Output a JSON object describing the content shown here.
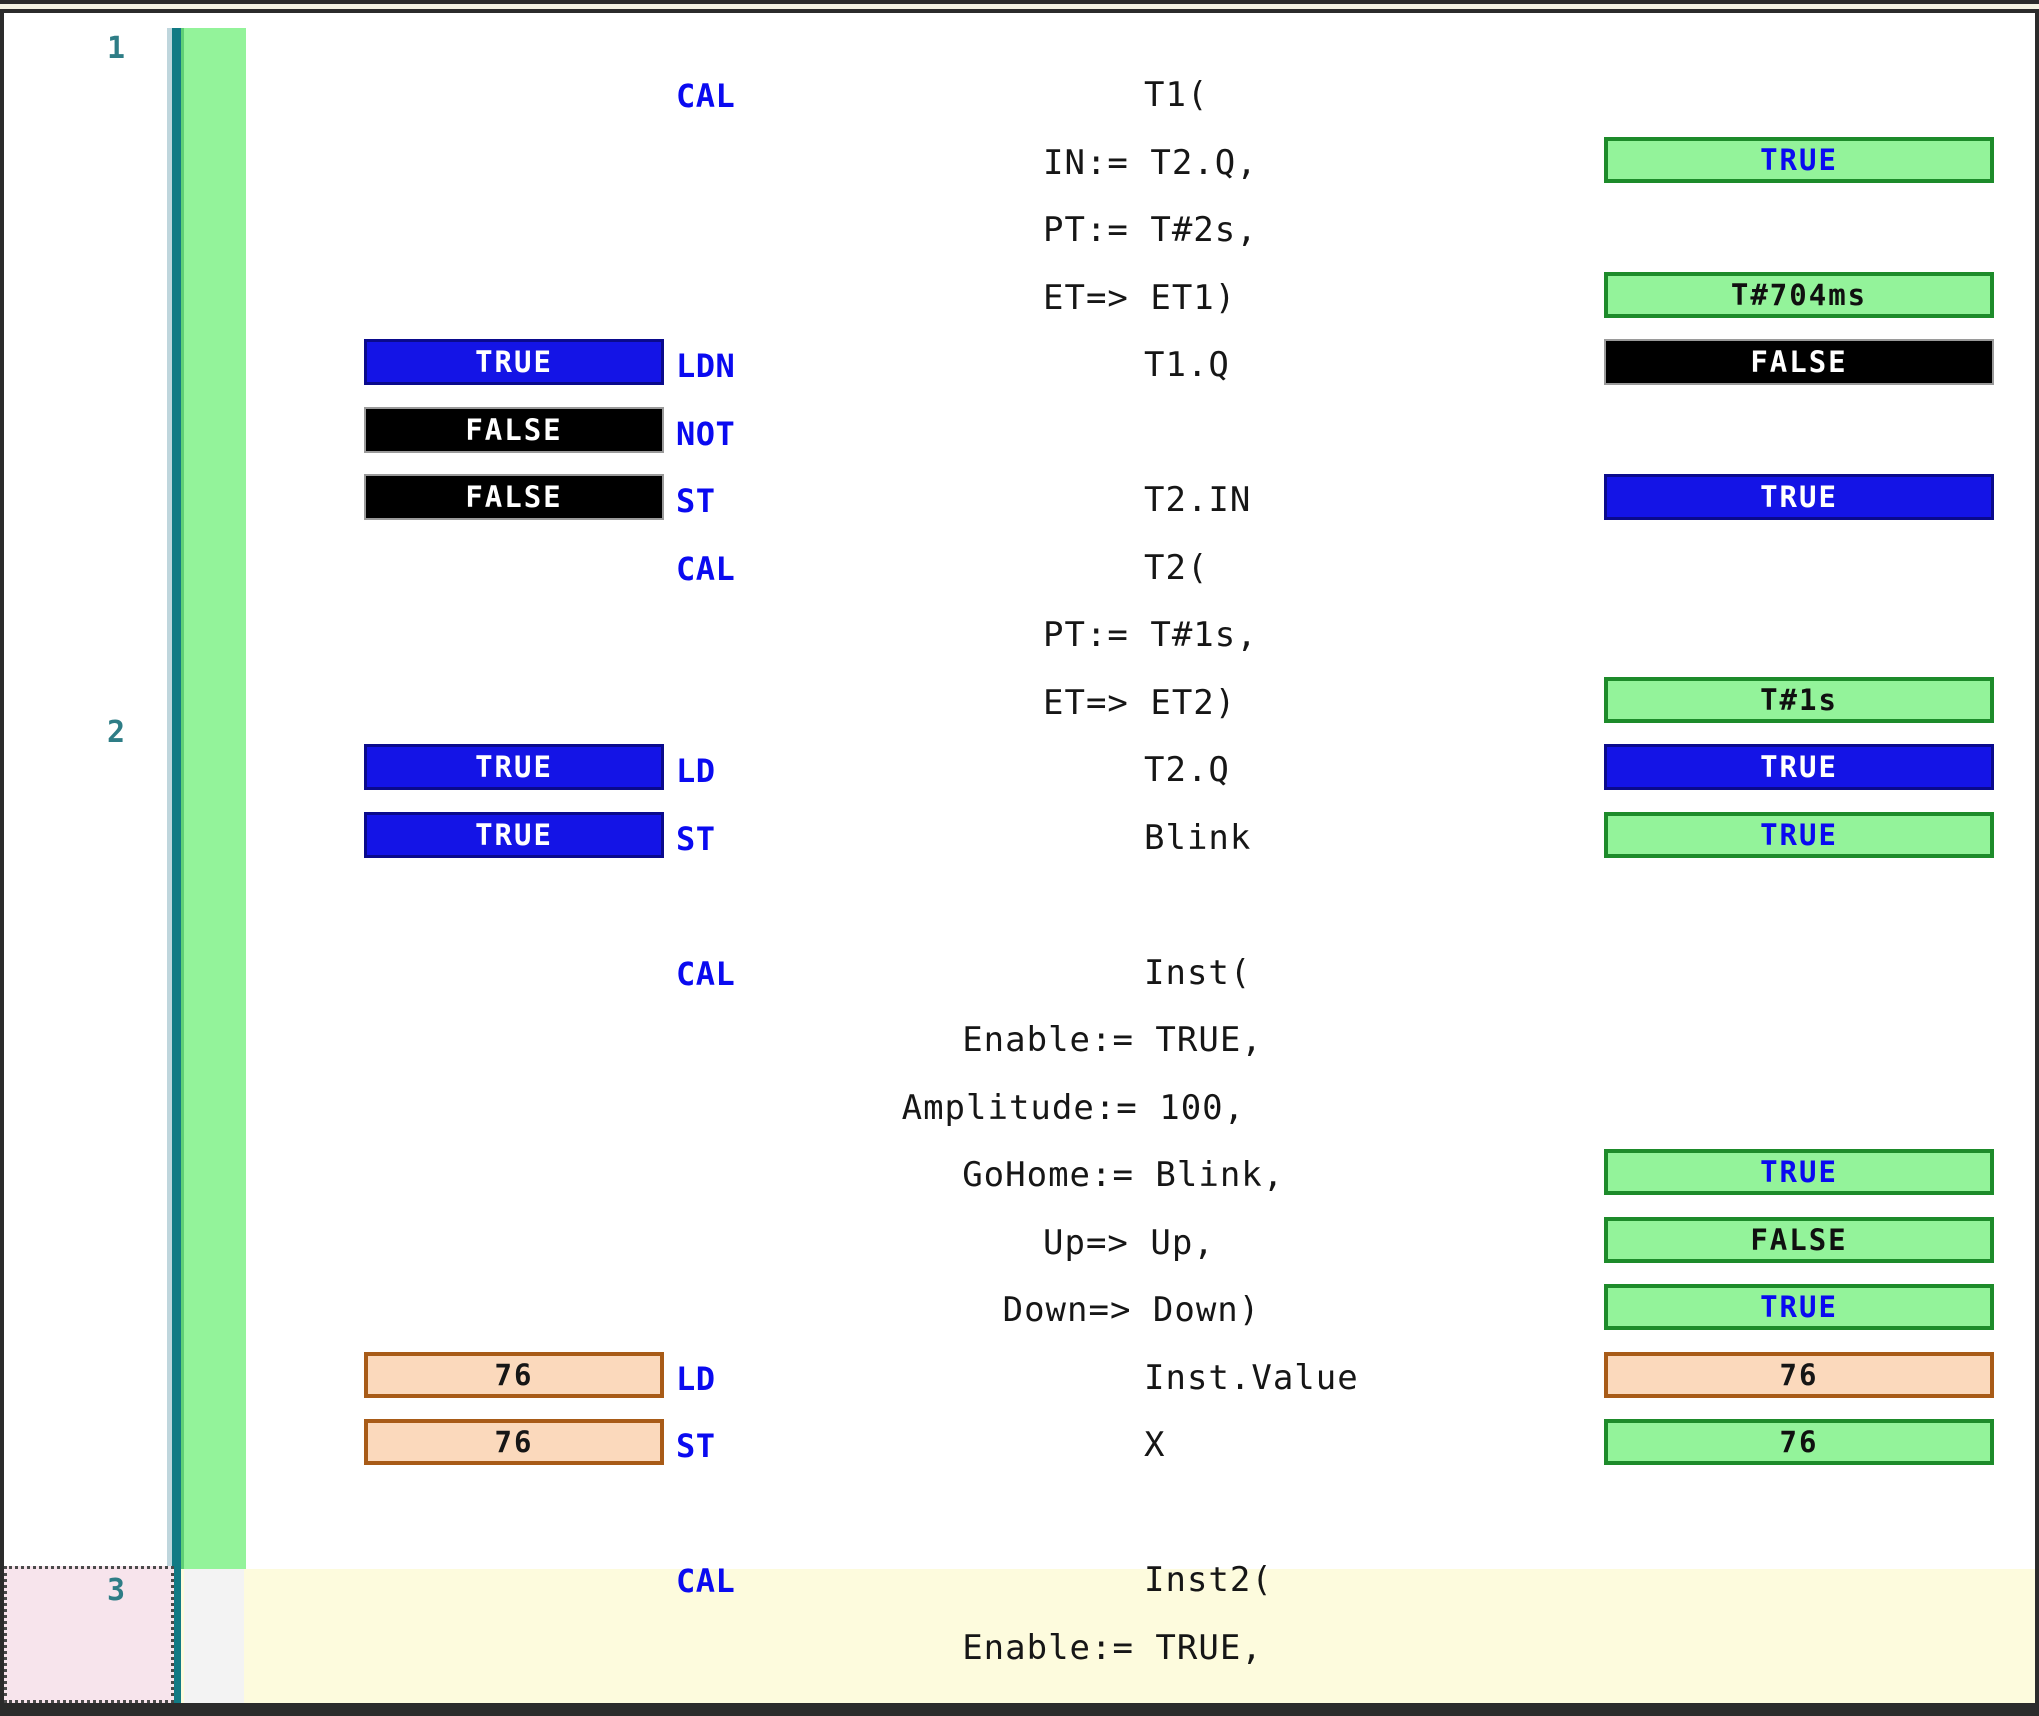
{
  "editor": {
    "language": "IL",
    "network_numbers": [
      "1",
      "2",
      "3"
    ],
    "colors": {
      "true_blue": "#1414e6",
      "false_black": "#000000",
      "green_value": "#93f39a",
      "green_border": "#1d8b2a",
      "orange_value": "#fbd9bc",
      "orange_border": "#a85b17",
      "operator_blue": "#0a0af0",
      "network_marker_teal": "#117a84",
      "active_network_green": "#93f39a",
      "selected_row_pink": "#f7e4ec",
      "highlight_row_yellow": "#fdfbdd",
      "code_text": "#161616",
      "rownum_teal": "#2e7d86"
    }
  },
  "lines": [
    {
      "id": "l1",
      "left_value": "",
      "left_style": "none",
      "operator": "CAL",
      "code": "T1(",
      "right_value": "",
      "right_style": "none"
    },
    {
      "id": "l2",
      "left_value": "",
      "left_style": "none",
      "operator": "",
      "code": "IN:= T2.Q,",
      "right_value": "TRUE",
      "right_style": "green"
    },
    {
      "id": "l3",
      "left_value": "",
      "left_style": "none",
      "operator": "",
      "code": "PT:= T#2s,",
      "right_value": "",
      "right_style": "none"
    },
    {
      "id": "l4",
      "left_value": "",
      "left_style": "none",
      "operator": "",
      "code": "ET=> ET1)",
      "right_value": "T#704ms",
      "right_style": "green-dark"
    },
    {
      "id": "l5",
      "left_value": "TRUE",
      "left_style": "blue",
      "operator": "LDN",
      "code": "T1.Q",
      "right_value": "FALSE",
      "right_style": "black"
    },
    {
      "id": "l6",
      "left_value": "FALSE",
      "left_style": "black",
      "operator": "NOT",
      "code": "",
      "right_value": "",
      "right_style": "none"
    },
    {
      "id": "l7",
      "left_value": "FALSE",
      "left_style": "black",
      "operator": "ST",
      "code": "T2.IN",
      "right_value": "TRUE",
      "right_style": "blue"
    },
    {
      "id": "l8",
      "left_value": "",
      "left_style": "none",
      "operator": "CAL",
      "code": "T2(",
      "right_value": "",
      "right_style": "none"
    },
    {
      "id": "l9",
      "left_value": "",
      "left_style": "none",
      "operator": "",
      "code": "PT:= T#1s,",
      "right_value": "",
      "right_style": "none"
    },
    {
      "id": "l10",
      "left_value": "",
      "left_style": "none",
      "operator": "",
      "code": "ET=> ET2)",
      "right_value": "T#1s",
      "right_style": "green-dark"
    },
    {
      "id": "l11",
      "left_value": "TRUE",
      "left_style": "blue",
      "operator": "LD",
      "code": "T2.Q",
      "right_value": "TRUE",
      "right_style": "blue"
    },
    {
      "id": "l12",
      "left_value": "TRUE",
      "left_style": "blue",
      "operator": "ST",
      "code": "Blink",
      "right_value": "TRUE",
      "right_style": "green"
    },
    {
      "id": "l13",
      "left_value": "",
      "left_style": "none",
      "operator": "",
      "code": "",
      "right_value": "",
      "right_style": "none"
    },
    {
      "id": "l14",
      "left_value": "",
      "left_style": "none",
      "operator": "CAL",
      "code": "Inst(",
      "right_value": "",
      "right_style": "none"
    },
    {
      "id": "l15",
      "left_value": "",
      "left_style": "none",
      "operator": "",
      "code": "Enable:= TRUE,",
      "right_value": "",
      "right_style": "none"
    },
    {
      "id": "l16",
      "left_value": "",
      "left_style": "none",
      "operator": "",
      "code": "Amplitude:= 100,",
      "right_value": "",
      "right_style": "none"
    },
    {
      "id": "l17",
      "left_value": "",
      "left_style": "none",
      "operator": "",
      "code": "GoHome:= Blink,",
      "right_value": "TRUE",
      "right_style": "green"
    },
    {
      "id": "l18",
      "left_value": "",
      "left_style": "none",
      "operator": "",
      "code": "Up=> Up,",
      "right_value": "FALSE",
      "right_style": "green-dark"
    },
    {
      "id": "l19",
      "left_value": "",
      "left_style": "none",
      "operator": "",
      "code": "Down=> Down)",
      "right_value": "TRUE",
      "right_style": "green"
    },
    {
      "id": "l20",
      "left_value": "76",
      "left_style": "orange",
      "operator": "LD",
      "code": "Inst.Value",
      "right_value": "76",
      "right_style": "orange"
    },
    {
      "id": "l21",
      "left_value": "76",
      "left_style": "orange",
      "operator": "ST",
      "code": "X",
      "right_value": "76",
      "right_style": "green-dark"
    },
    {
      "id": "l22",
      "left_value": "",
      "left_style": "none",
      "operator": "",
      "code": "",
      "right_value": "",
      "right_style": "none"
    },
    {
      "id": "l23",
      "left_value": "",
      "left_style": "none",
      "operator": "CAL",
      "code": "Inst2(",
      "right_value": "",
      "right_style": "none"
    },
    {
      "id": "l24",
      "left_value": "",
      "left_style": "none",
      "operator": "",
      "code": "Enable:= TRUE,",
      "right_value": "",
      "right_style": "none"
    }
  ]
}
